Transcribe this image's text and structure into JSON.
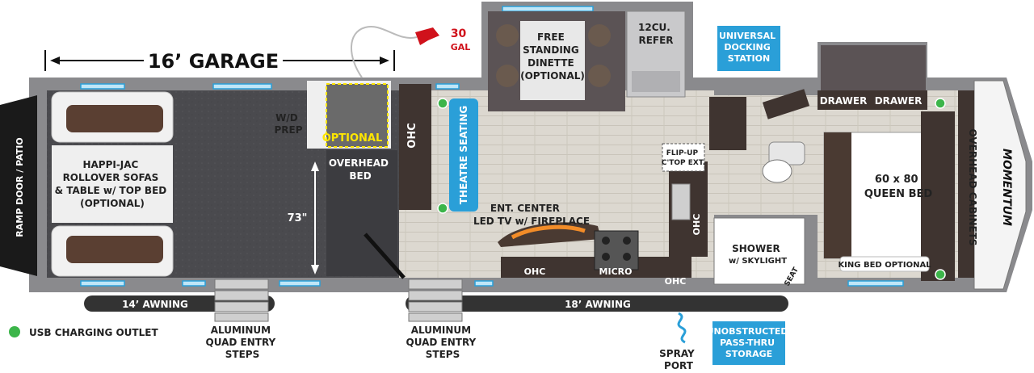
{
  "garage": {
    "title": "16’ GARAGE",
    "ramp_door": "RAMP DOOR / PATIO",
    "sofas": [
      "HAPPI-JAC",
      "ROLLOVER SOFAS",
      "& TABLE w/ TOP BED",
      "(OPTIONAL)"
    ],
    "wd_prep": [
      "W/D",
      "PREP"
    ],
    "optional": "OPTIONAL",
    "overhead_bed": [
      "OVERHEAD",
      "BED"
    ],
    "height": "73\"",
    "ohc": "OHC"
  },
  "fuel": {
    "line1": "30",
    "line2": "GAL"
  },
  "dinette": [
    "FREE",
    "STANDING",
    "DINETTE",
    "(OPTIONAL)"
  ],
  "refer": [
    "12CU.",
    "REFER"
  ],
  "docking": [
    "UNIVERSAL",
    "DOCKING",
    "STATION"
  ],
  "theatre_seating": "THEATRE SEATING",
  "ent_center": [
    "ENT. CENTER",
    "LED TV w/ FIREPLACE"
  ],
  "flip_up": [
    "FLIP-UP",
    "C'TOP EXT."
  ],
  "kitchen": {
    "ohc1": "OHC",
    "micro": "MICRO",
    "ohc2": "OHC",
    "ohc_vertical": "OHC"
  },
  "bath": {
    "shower": [
      "SHOWER",
      "w/ SKYLIGHT"
    ],
    "seat": "SEAT"
  },
  "bedroom": {
    "drawer1": "DRAWER",
    "drawer2": "DRAWER",
    "bed": [
      "60 x 80",
      "QUEEN BED"
    ],
    "king_optional": "KING BED OPTIONAL",
    "overhead_cabinets": "OVERHEAD CABINETS",
    "brand": "MOMENTUM"
  },
  "awnings": {
    "left": "14’ AWNING",
    "right": "18’ AWNING"
  },
  "steps": [
    "ALUMINUM",
    "QUAD ENTRY",
    "STEPS"
  ],
  "legend": {
    "usb": "USB CHARGING OUTLET"
  },
  "storage": [
    "UNOBSTRUCTED",
    "PASS-THRU",
    "STORAGE"
  ],
  "spray_port": [
    "SPRAY",
    "PORT"
  ],
  "colors": {
    "wall": "#8a8a8d",
    "garage_floor": "#4b4b4f",
    "living_floor": "#d9d6cf",
    "sofa": "#5a3f32",
    "cabinet": "#3f3430",
    "accent_blue": "#2a9fd8",
    "usb_green": "#3cb54a",
    "fuel_red": "#d0121b",
    "highlight_yellow": "#ffe600"
  }
}
